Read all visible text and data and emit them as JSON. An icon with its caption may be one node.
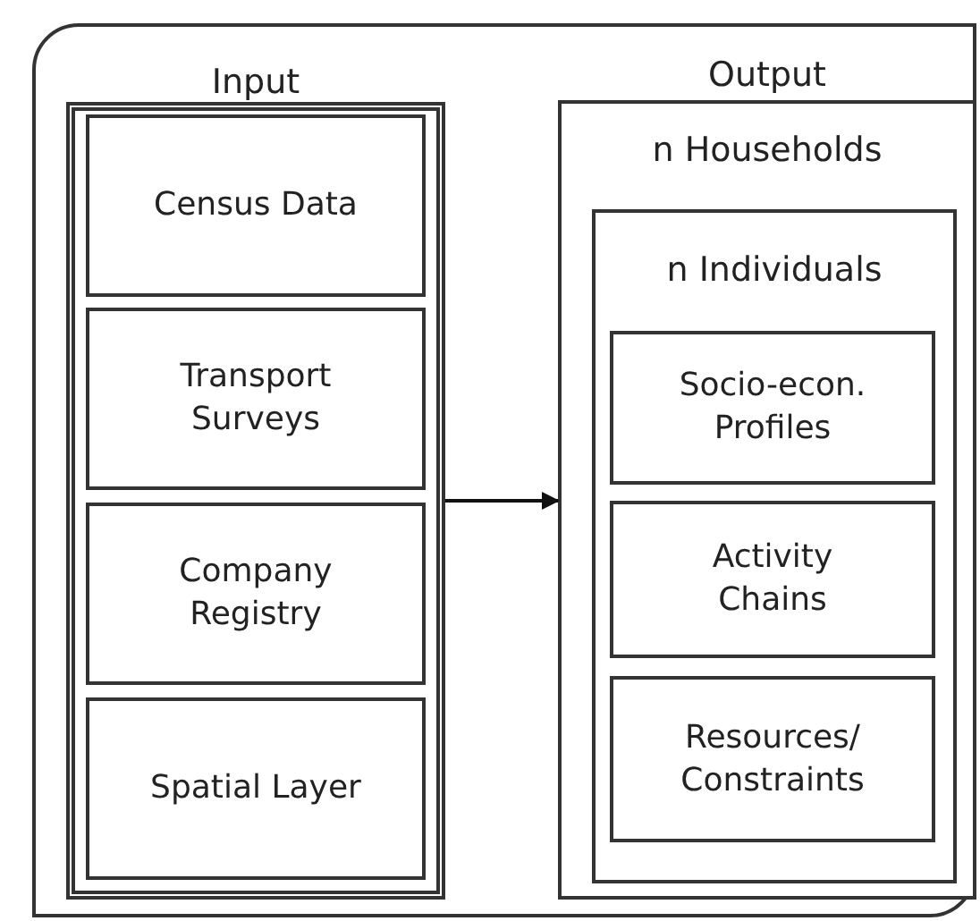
{
  "diagram": {
    "nodes": [
      {
        "text": [],
        "shape": "box"
      },
      {
        "text": [
          "Input"
        ],
        "in": 0
      },
      {
        "text": [
          "Census Data"
        ],
        "in": 1
      },
      {
        "text": [
          "Transport Surveys"
        ],
        "in": 1
      },
      {
        "text": [
          "Company Registry"
        ],
        "in": 1
      },
      {
        "text": [
          "Spatial Layer"
        ],
        "in": 1
      },
      {
        "text": [
          "Output",
          "n Households"
        ],
        "in": 0
      },
      {
        "text": [
          "n Individuals"
        ],
        "in": 6
      },
      {
        "text": [
          "Socio-econ. Profiles"
        ],
        "in": 7
      },
      {
        "text": [
          "Activity Chains"
        ],
        "in": 7
      },
      {
        "text": [
          "Resources/ Constraints"
        ],
        "in": 7
      }
    ],
    "edges": [
      {
        "from": 1,
        "to": 6,
        "arrow": "to"
      }
    ]
  }
}
